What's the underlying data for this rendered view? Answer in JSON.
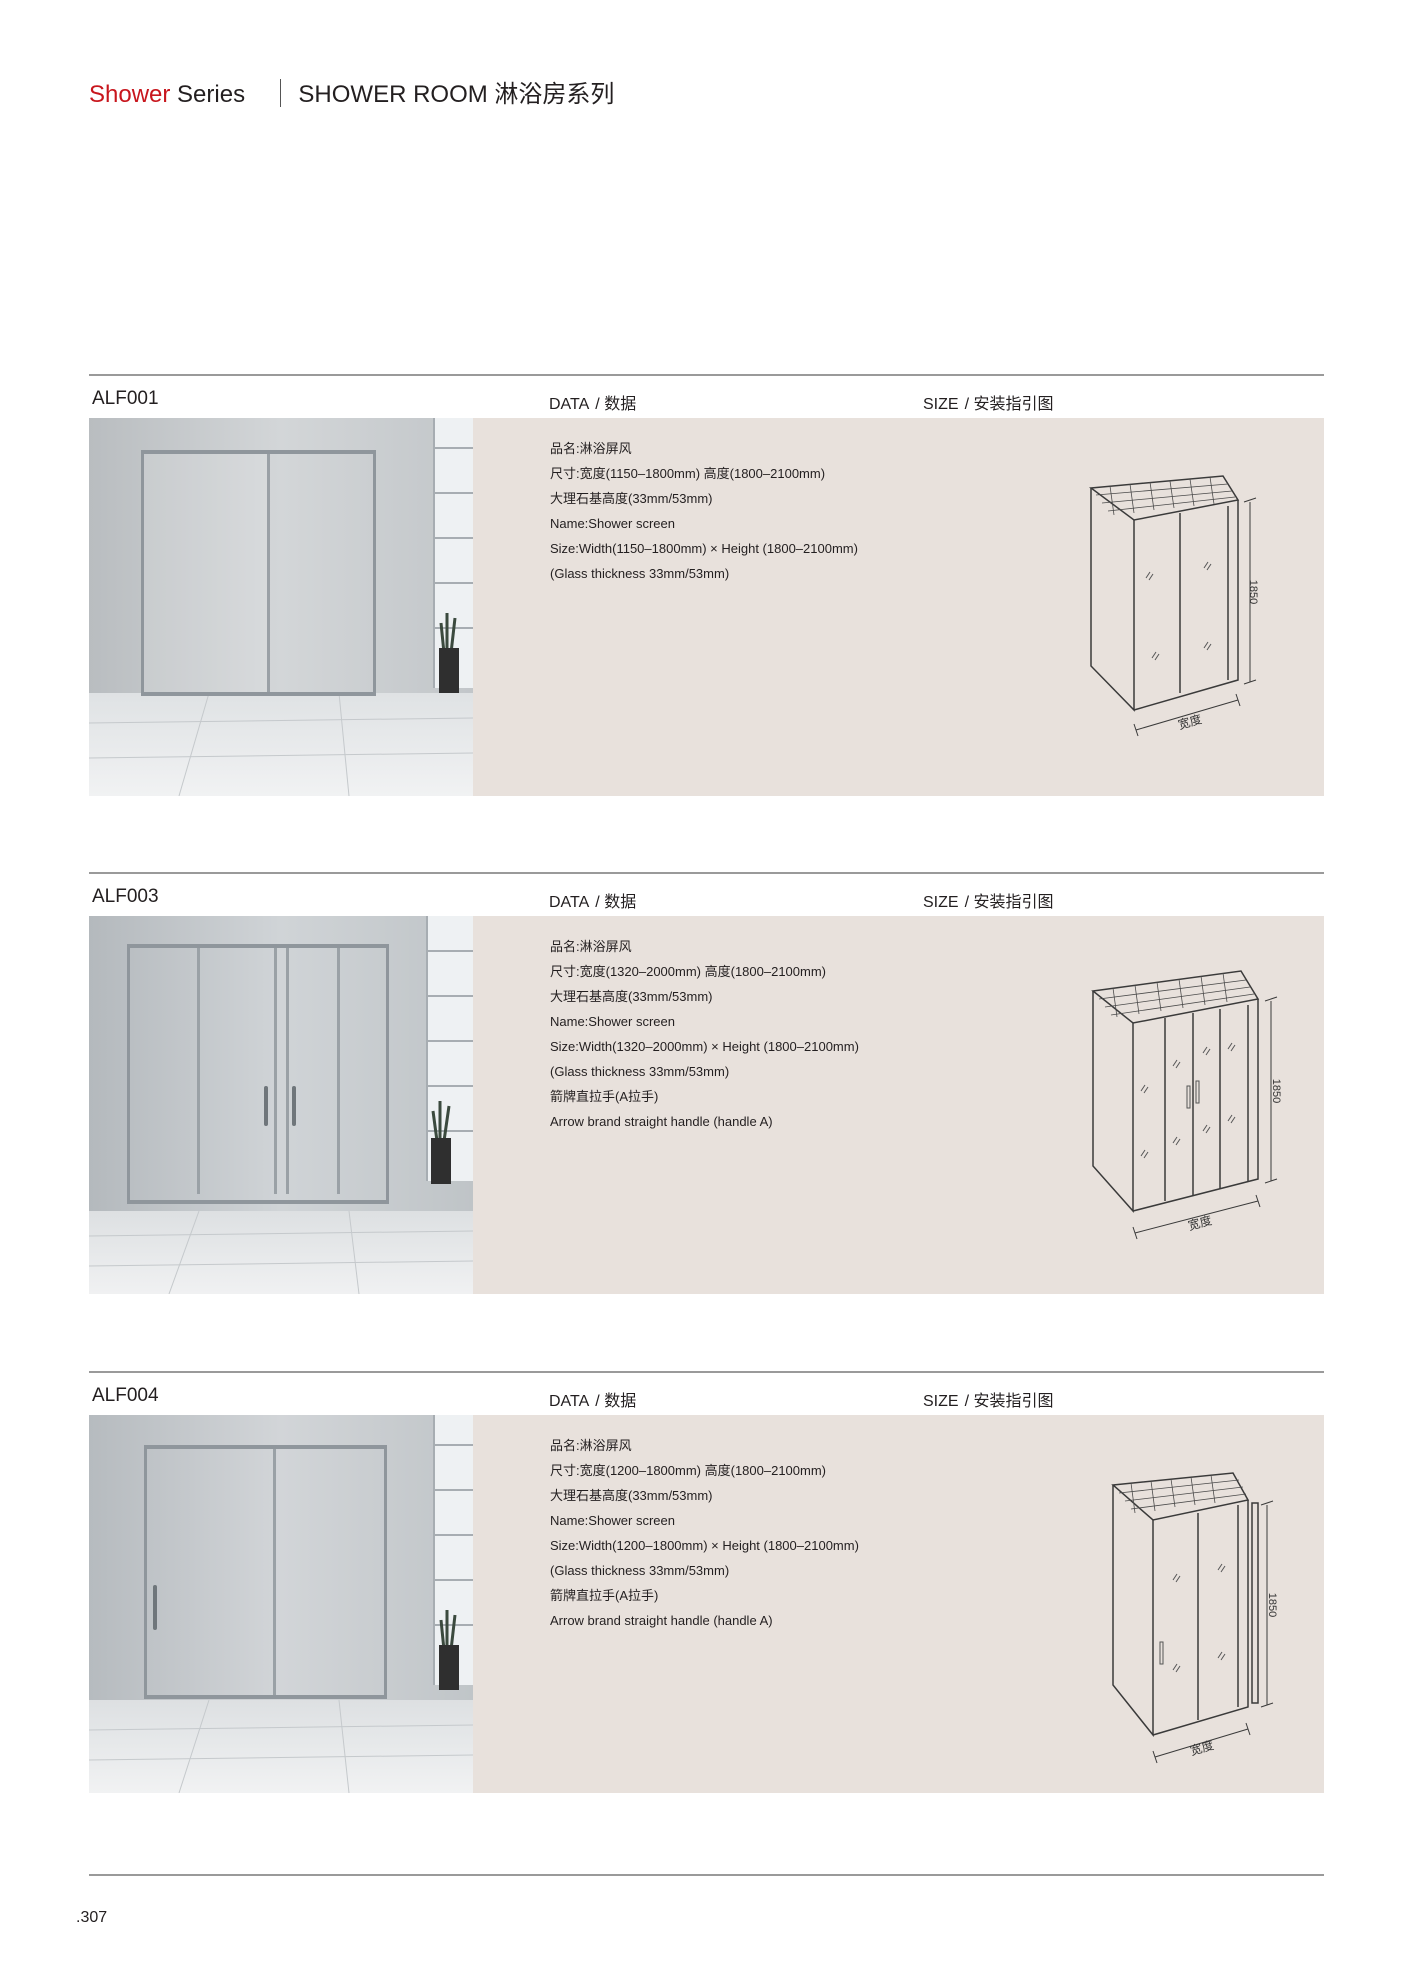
{
  "header": {
    "brand_word": "Shower",
    "series_word": " Series",
    "room_title": "SHOWER ROOM 淋浴房系列"
  },
  "colors": {
    "accent_red": "#c8161d",
    "panel_bg": "#e8e1dc",
    "rule": "#9a9a9a"
  },
  "products": [
    {
      "model": "ALF001",
      "data_label": "DATA",
      "data_label_cn": "/ 数据",
      "size_label": "SIZE",
      "size_label_cn": "/ 安装指引图",
      "spec_lines": [
        "品名:淋浴屏风",
        "尺寸:宽度(1150–1800mm)  高度(1800–2100mm)",
        "大理石基高度(33mm/53mm)",
        "Name:Shower screen",
        "Size:Width(1150–1800mm) × Height (1800–2100mm)",
        "(Glass thickness 33mm/53mm)"
      ],
      "dim_height": "1850",
      "dim_width": "宽度"
    },
    {
      "model": "ALF003",
      "data_label": "DATA",
      "data_label_cn": "/ 数据",
      "size_label": "SIZE",
      "size_label_cn": "/ 安装指引图",
      "spec_lines": [
        "品名:淋浴屏风",
        "尺寸:宽度(1320–2000mm)  高度(1800–2100mm)",
        "大理石基高度(33mm/53mm)",
        "Name:Shower screen",
        "Size:Width(1320–2000mm) × Height (1800–2100mm)",
        "(Glass thickness 33mm/53mm)",
        "箭牌直拉手(A拉手)",
        "Arrow brand straight handle (handle A)"
      ],
      "dim_height": "1850",
      "dim_width": "宽度"
    },
    {
      "model": "ALF004",
      "data_label": "DATA",
      "data_label_cn": "/ 数据",
      "size_label": "SIZE",
      "size_label_cn": "/ 安装指引图",
      "spec_lines": [
        "品名:淋浴屏风",
        "尺寸:宽度(1200–1800mm)  高度(1800–2100mm)",
        "大理石基高度(33mm/53mm)",
        "Name:Shower screen",
        "Size:Width(1200–1800mm) × Height (1800–2100mm)",
        "(Glass thickness 33mm/53mm)",
        "箭牌直拉手(A拉手)",
        "Arrow brand straight handle (handle A)"
      ],
      "dim_height": "1850",
      "dim_width": "宽度"
    }
  ],
  "page_number": ".307"
}
